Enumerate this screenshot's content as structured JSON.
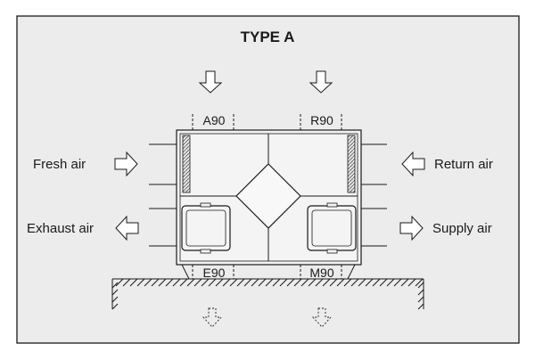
{
  "diagram": {
    "title": "TYPE A",
    "colors": {
      "panel": "#ececec",
      "stroke": "#1a1a1a",
      "unit": "#f4f4f4"
    },
    "side_labels": {
      "fresh_air": "Fresh air",
      "return_air": "Return air",
      "exhaust_air": "Exhaust air",
      "supply_air": "Supply air"
    },
    "port_labels": {
      "top_left": "A90",
      "top_right": "R90",
      "bottom_left": "E90",
      "bottom_right": "M90"
    },
    "icons": [
      "arrow-down-icon",
      "arrow-right-icon",
      "arrow-left-icon",
      "dashed-arrow-down-icon"
    ]
  }
}
